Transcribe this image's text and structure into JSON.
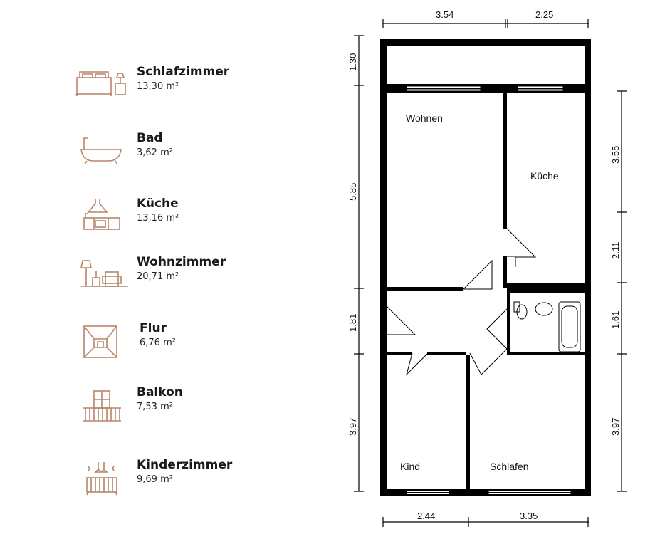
{
  "legend": [
    {
      "name": "Schlafzimmer",
      "area": "13,30 m²",
      "icon": "bed-icon"
    },
    {
      "name": "Bad",
      "area": "3,62 m²",
      "icon": "bathtub-icon"
    },
    {
      "name": "Küche",
      "area": "13,16 m²",
      "icon": "kitchen-icon"
    },
    {
      "name": "Wohnzimmer",
      "area": "20,71 m²",
      "icon": "living-room-icon"
    },
    {
      "name": "Flur",
      "area": "6,76  m²",
      "icon": "hallway-icon"
    },
    {
      "name": "Balkon",
      "area": "7,53 m²",
      "icon": "balcony-icon"
    },
    {
      "name": "Kinderzimmer",
      "area": "9,69 m²",
      "icon": "crib-icon"
    }
  ],
  "plan": {
    "rooms": {
      "wohnen": "Wohnen",
      "kueche": "Küche",
      "kind": "Kind",
      "schlafen": "Schlafen"
    },
    "dims_top": [
      "3.54",
      "2.25"
    ],
    "dims_bottom": [
      "2.44",
      "3.35"
    ],
    "dims_left": [
      "1.30",
      "5.85",
      "1.81",
      "3.97"
    ],
    "dims_right": [
      "3.55",
      "2.11",
      "1.61",
      "3.97"
    ]
  },
  "colors": {
    "icon": "#b8866a",
    "wall": "#000000"
  }
}
